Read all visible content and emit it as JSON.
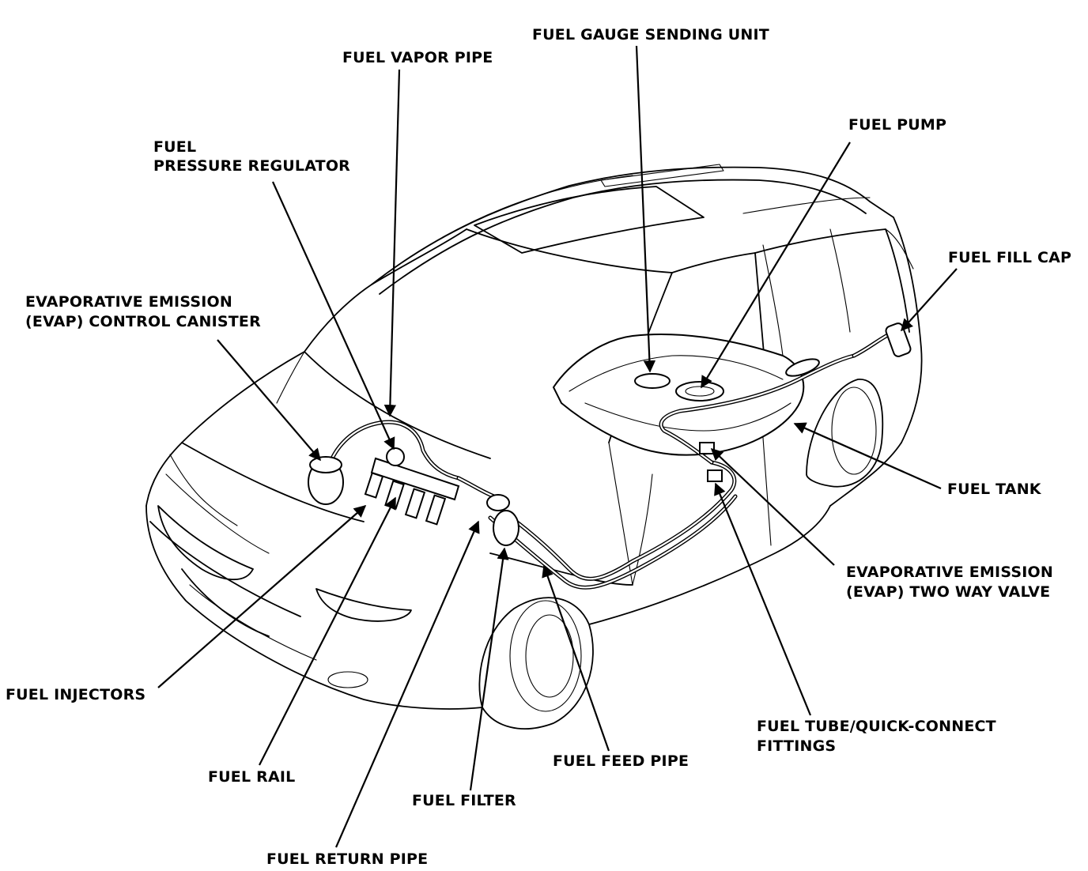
{
  "labels": {
    "fuel_gauge_sending_unit": "FUEL GAUGE SENDING UNIT",
    "fuel_vapor_pipe": "FUEL VAPOR PIPE",
    "fuel_pressure_regulator_1": "FUEL",
    "fuel_pressure_regulator_2": "PRESSURE REGULATOR",
    "fuel_pump": "FUEL PUMP",
    "fuel_fill_cap": "FUEL FILL CAP",
    "evap_canister_1": "EVAPORATIVE EMISSION",
    "evap_canister_2": "(EVAP) CONTROL CANISTER",
    "fuel_tank": "FUEL TANK",
    "evap_two_way_valve_1": "EVAPORATIVE EMISSION",
    "evap_two_way_valve_2": "(EVAP) TWO WAY VALVE",
    "fuel_injectors": "FUEL INJECTORS",
    "fuel_tube_1": "FUEL TUBE/QUICK-CONNECT",
    "fuel_tube_2": "FITTINGS",
    "fuel_feed_pipe": "FUEL FEED PIPE",
    "fuel_rail": "FUEL RAIL",
    "fuel_filter": "FUEL FILTER",
    "fuel_return_pipe": "FUEL RETURN PIPE"
  }
}
